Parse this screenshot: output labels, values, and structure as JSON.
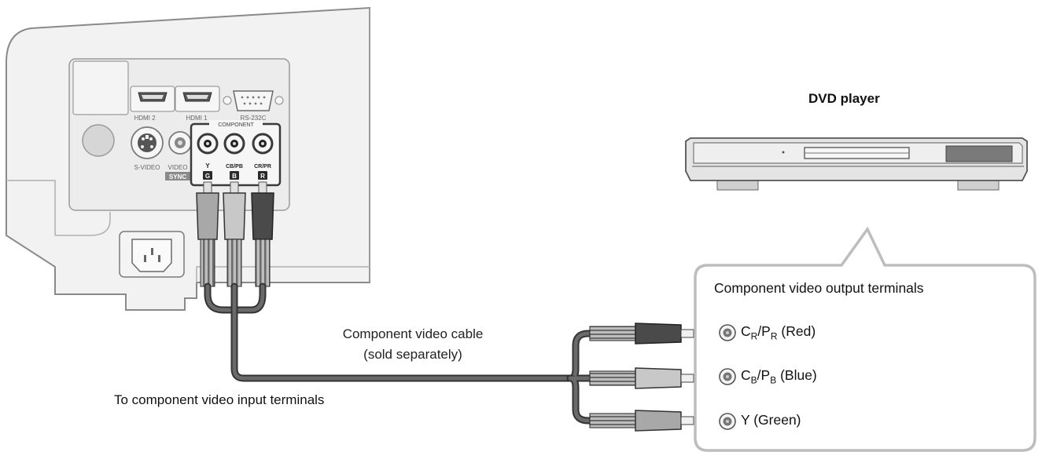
{
  "projector": {
    "port_hdmi2": "HDMI 2",
    "port_hdmi1": "HDMI 1",
    "port_rs232c": "RS-232C",
    "port_svideo": "S-VIDEO",
    "port_video": "VIDEO",
    "sync_badge": "SYNC",
    "component_header": "COMPONENT",
    "jack_y": "Y",
    "jack_cb": "CB/PB",
    "jack_cr": "CR/PR",
    "badge_g": "G",
    "badge_b": "B",
    "badge_r": "R"
  },
  "dvd": {
    "title": "DVD player"
  },
  "cable": {
    "line1": "Component video cable",
    "line2": "(sold separately)"
  },
  "input_note": "To component video input terminals",
  "output_box": {
    "title": "Component video output terminals",
    "terminals": [
      {
        "main1": "C",
        "sub1": "R",
        "slash": "/P",
        "sub2": "R",
        "suffix": " (Red)"
      },
      {
        "main1": "C",
        "sub1": "B",
        "slash": "/P",
        "sub2": "B",
        "suffix": " (Blue)"
      },
      {
        "text": "Y (Green)"
      }
    ]
  }
}
